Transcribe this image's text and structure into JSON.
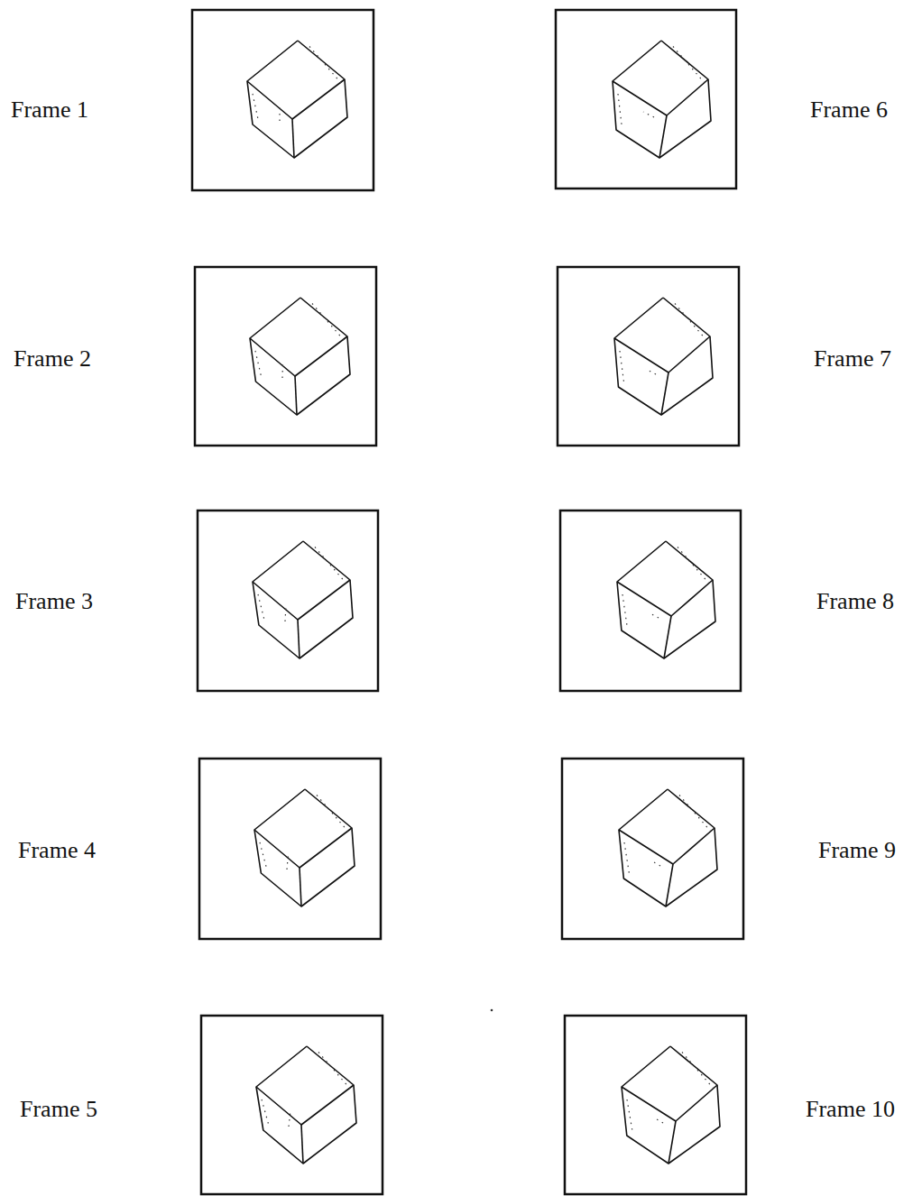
{
  "diagram": {
    "labels": [
      "Frame 1",
      "Frame 6",
      "Frame 2",
      "Frame 7",
      "Frame 3",
      "Frame 8",
      "Frame 4",
      "Frame 9",
      "Frame 5",
      "Frame 10"
    ]
  }
}
